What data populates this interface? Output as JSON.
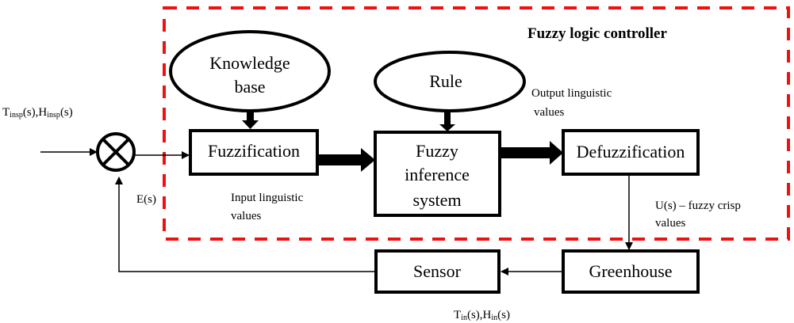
{
  "diagram": {
    "title": "Fuzzy logic controller",
    "colors": {
      "controller_border": "#ee1111",
      "stroke": "#000000",
      "background": "#ffffff"
    },
    "nodes": {
      "knowledge_base": {
        "line1": "Knowledge",
        "line2": "base",
        "shape": "ellipse"
      },
      "rule": {
        "label": "Rule",
        "shape": "ellipse"
      },
      "fuzzification": {
        "label": "Fuzzification",
        "shape": "rectangle"
      },
      "inference": {
        "line1": "Fuzzy",
        "line2": "inference",
        "line3": "system",
        "shape": "rectangle"
      },
      "defuzzification": {
        "label": "Defuzzification",
        "shape": "rectangle"
      },
      "greenhouse": {
        "label": "Greenhouse",
        "shape": "rectangle"
      },
      "sensor": {
        "label": "Sensor",
        "shape": "rectangle"
      },
      "summing_junction": {
        "symbol": "circle-x"
      }
    },
    "labels": {
      "setpoint": {
        "T": "T",
        "T_sub": "insp",
        "mid": "(s),H",
        "H_sub": "insp",
        "end": "(s)"
      },
      "error": "E(s)",
      "input_linguistic_1": "Input linguistic",
      "input_linguistic_2": "values",
      "output_linguistic_1": "Output linguistic",
      "output_linguistic_2": "values",
      "control_1": "U(s) – fuzzy crisp",
      "control_2": "values",
      "measured": {
        "T": "T",
        "T_sub": "in",
        "mid": "(s),H",
        "H_sub": "in",
        "end": "(s)"
      }
    },
    "edges": [
      {
        "from": "setpoint",
        "to": "summing_junction",
        "style": "thin-arrow"
      },
      {
        "from": "summing_junction",
        "to": "fuzzification",
        "style": "thin-arrow",
        "label": "E(s)"
      },
      {
        "from": "knowledge_base",
        "to": "fuzzification",
        "style": "thick-connector"
      },
      {
        "from": "rule",
        "to": "inference",
        "style": "thick-connector"
      },
      {
        "from": "fuzzification",
        "to": "inference",
        "style": "block-arrow",
        "label": "Input linguistic values"
      },
      {
        "from": "inference",
        "to": "defuzzification",
        "style": "block-arrow",
        "label": "Output linguistic values"
      },
      {
        "from": "defuzzification",
        "to": "greenhouse",
        "style": "thin-arrow",
        "label": "U(s) – fuzzy crisp values"
      },
      {
        "from": "greenhouse",
        "to": "sensor",
        "style": "thin-arrow"
      },
      {
        "from": "sensor",
        "to": "summing_junction",
        "style": "thin-arrow-feedback"
      }
    ]
  }
}
